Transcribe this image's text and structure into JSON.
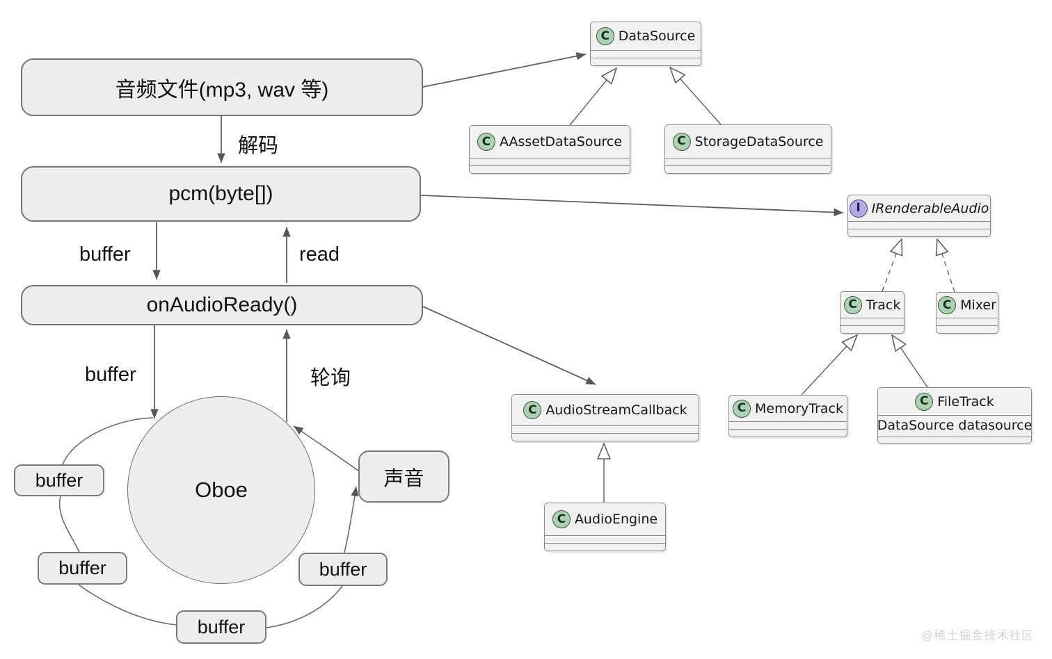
{
  "flow": {
    "audio_file": "音频文件(mp3, wav 等)",
    "decode_label": "解码",
    "pcm": "pcm(byte[])",
    "buffer_in_label": "buffer",
    "read_label": "read",
    "on_audio_ready": "onAudioReady()",
    "buffer_feed_label": "buffer",
    "poll_label": "轮询",
    "oboe": "Oboe",
    "sound": "声音",
    "buffers": [
      "buffer",
      "buffer",
      "buffer",
      "buffer"
    ]
  },
  "uml": {
    "classes": [
      {
        "letter": "C",
        "name": "DataSource"
      },
      {
        "letter": "C",
        "name": "AAssetDataSource"
      },
      {
        "letter": "C",
        "name": "StorageDataSource"
      },
      {
        "letter": "I",
        "name": "IRenderableAudio"
      },
      {
        "letter": "C",
        "name": "Track"
      },
      {
        "letter": "C",
        "name": "Mixer"
      },
      {
        "letter": "C",
        "name": "MemoryTrack"
      },
      {
        "letter": "C",
        "name": "FileTrack",
        "field": "DataSource datasource"
      },
      {
        "letter": "C",
        "name": "AudioStreamCallback"
      },
      {
        "letter": "C",
        "name": "AudioEngine"
      }
    ]
  },
  "watermark": "@稀土掘金技术社区",
  "colors": {
    "class_icon": "#ADD1B2",
    "interface_icon": "#B5A8E6",
    "uml_fill": "#f1f1f1",
    "flow_fill": "#ededed",
    "line": "#5f5f5f"
  }
}
